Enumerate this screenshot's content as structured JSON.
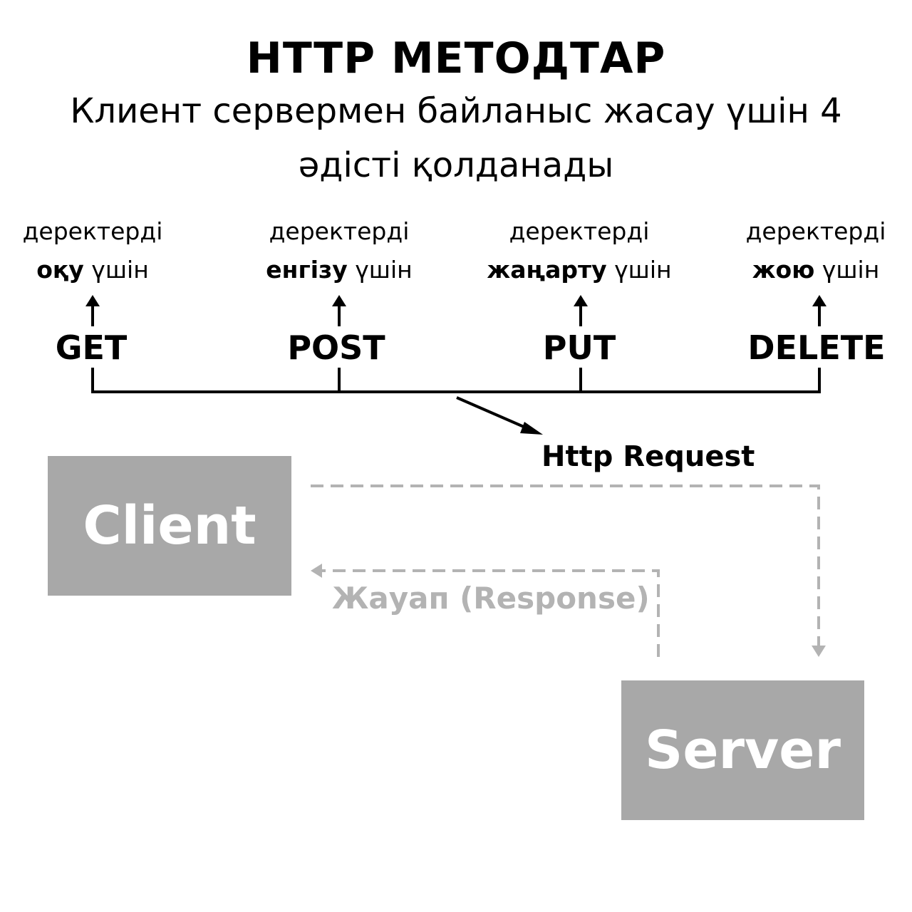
{
  "title": "HTTP МЕТОДТАР",
  "subtitle": "Клиент сервермен байланыс жасау үшін 4 әдісті қолданады",
  "methods": [
    {
      "name": "GET",
      "desc_top": "деректерді",
      "desc_bold": "оқу",
      "desc_tail": "үшін"
    },
    {
      "name": "POST",
      "desc_top": "деректерді",
      "desc_bold": "енгізу",
      "desc_tail": "үшін"
    },
    {
      "name": "PUT",
      "desc_top": "деректерді",
      "desc_bold": "жаңарту",
      "desc_tail": "үшін"
    },
    {
      "name": "DELETE",
      "desc_top": "деректерді",
      "desc_bold": "жою",
      "desc_tail": "үшін"
    }
  ],
  "request_label": "Http Request",
  "client_label": "Client",
  "server_label": "Server",
  "response_label": "Жауап (Response)",
  "colors": {
    "box": "#a8a8a8",
    "box_text": "#ffffff",
    "dashed": "#b3b3b3",
    "line": "#000000"
  }
}
